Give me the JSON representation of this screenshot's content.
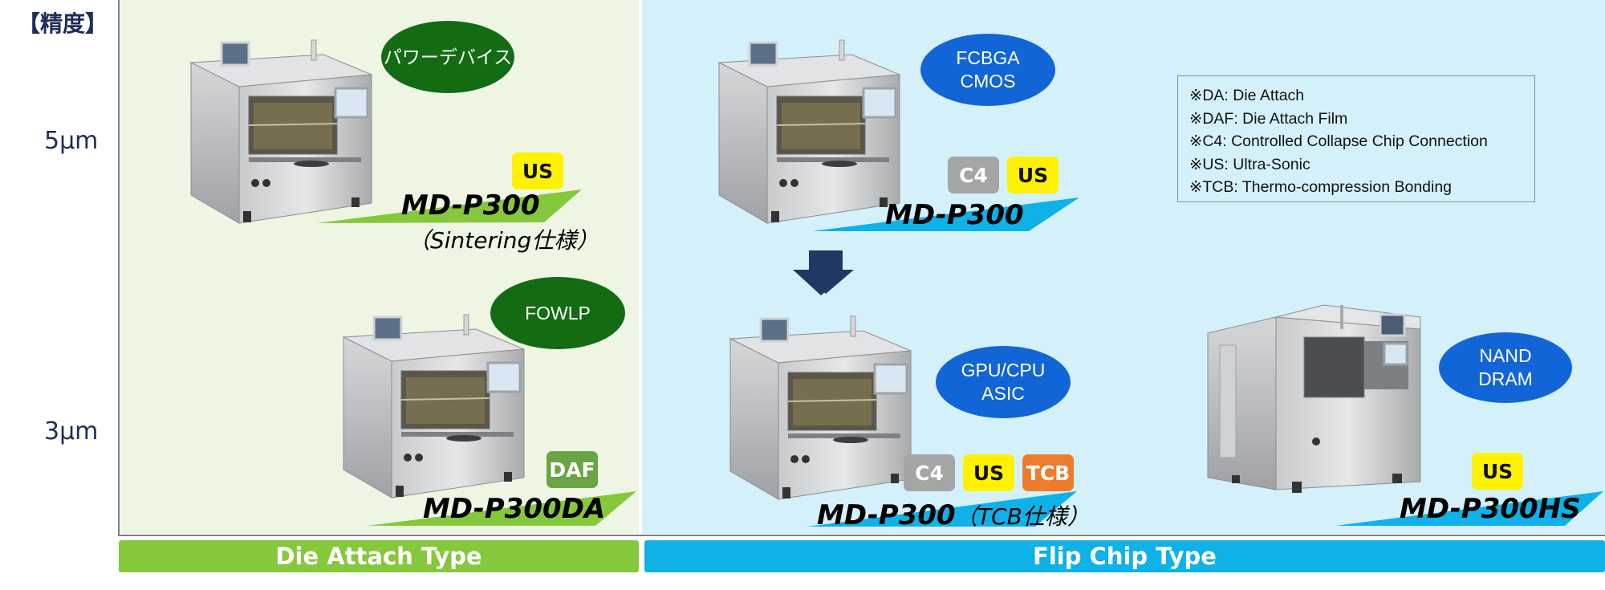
{
  "title": "【精度】",
  "y_levels": [
    "5μm",
    "3μm"
  ],
  "categories": {
    "die_attach": "Die Attach Type",
    "flip_chip": "Flip Chip Type"
  },
  "colors": {
    "die_attach_panel": "#eef6e3",
    "flip_chip_panel": "#d4f1fb",
    "die_attach_bar": "#86c83c",
    "flip_chip_bar": "#0eb1e8",
    "ellipse_green": "#136b13",
    "ellipse_blue": "#1165d6",
    "badge_us": "#fff200",
    "badge_c4": "#a5a5a5",
    "badge_tcb": "#ee7c2d",
    "badge_daf": "#6aa444",
    "arrow": "#1f3864"
  },
  "machines": {
    "sintering": {
      "application": [
        "パワーデバイス"
      ],
      "badges": [
        "US"
      ],
      "model": "MD-P300",
      "spec": "（Sintering仕様）"
    },
    "fcbga": {
      "application": [
        "FCBGA",
        "CMOS"
      ],
      "badges": [
        "C4",
        "US"
      ],
      "model": "MD-P300"
    },
    "daf": {
      "application": [
        "FOWLP"
      ],
      "badges": [
        "DAF"
      ],
      "model": "MD-P300DA"
    },
    "tcb": {
      "application": [
        "GPU/CPU",
        "ASIC"
      ],
      "badges": [
        "C4",
        "US",
        "TCB"
      ],
      "model": "MD-P300",
      "spec": "（TCB仕様）"
    },
    "hs": {
      "application": [
        "NAND",
        "DRAM"
      ],
      "badges": [
        "US"
      ],
      "model": "MD-P300HS"
    }
  },
  "legend": [
    "※DA: Die Attach",
    "※DAF: Die Attach Film",
    "※C4: Controlled Collapse Chip Connection",
    "※US: Ultra-Sonic",
    "※TCB: Thermo-compression Bonding"
  ],
  "arrow_icon": "down-arrow-icon"
}
